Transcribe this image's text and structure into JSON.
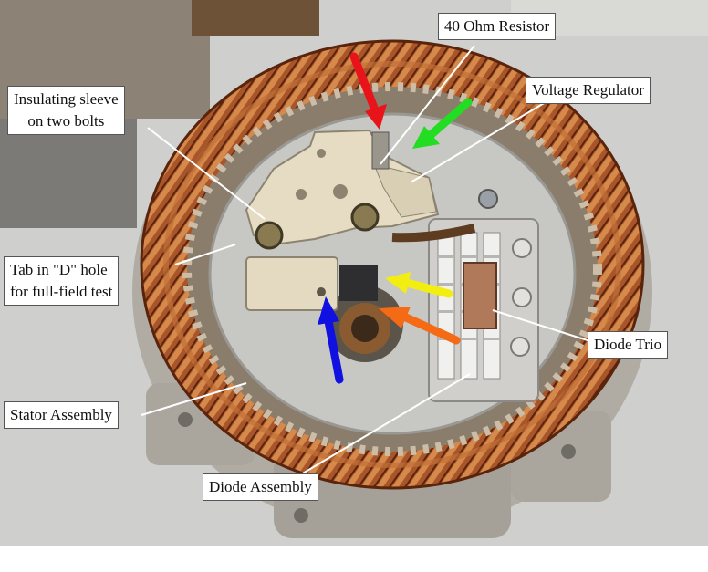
{
  "labels": {
    "resistor": "40 Ohm Resistor",
    "regulator": "Voltage Regulator",
    "sleeve_line1": "Insulating sleeve",
    "sleeve_line2": "on two bolts",
    "tab_line1": "Tab in \"D\" hole",
    "tab_line2": "for full-field test",
    "diode_trio": "Diode Trio",
    "stator": "Stator Assembly",
    "diode_assembly": "Diode Assembly"
  },
  "arrows": [
    {
      "name": "red-arrow",
      "color": "#e8141a"
    },
    {
      "name": "green-arrow",
      "color": "#22dd22"
    },
    {
      "name": "yellow-arrow",
      "color": "#f2ee12"
    },
    {
      "name": "orange-arrow",
      "color": "#f56a14"
    },
    {
      "name": "blue-arrow",
      "color": "#1010e0"
    }
  ],
  "colors": {
    "copper": "#b5602c",
    "copper_dark": "#6e2f12",
    "housing": "#a9a59d",
    "regulator_body": "#e6dcc4"
  }
}
